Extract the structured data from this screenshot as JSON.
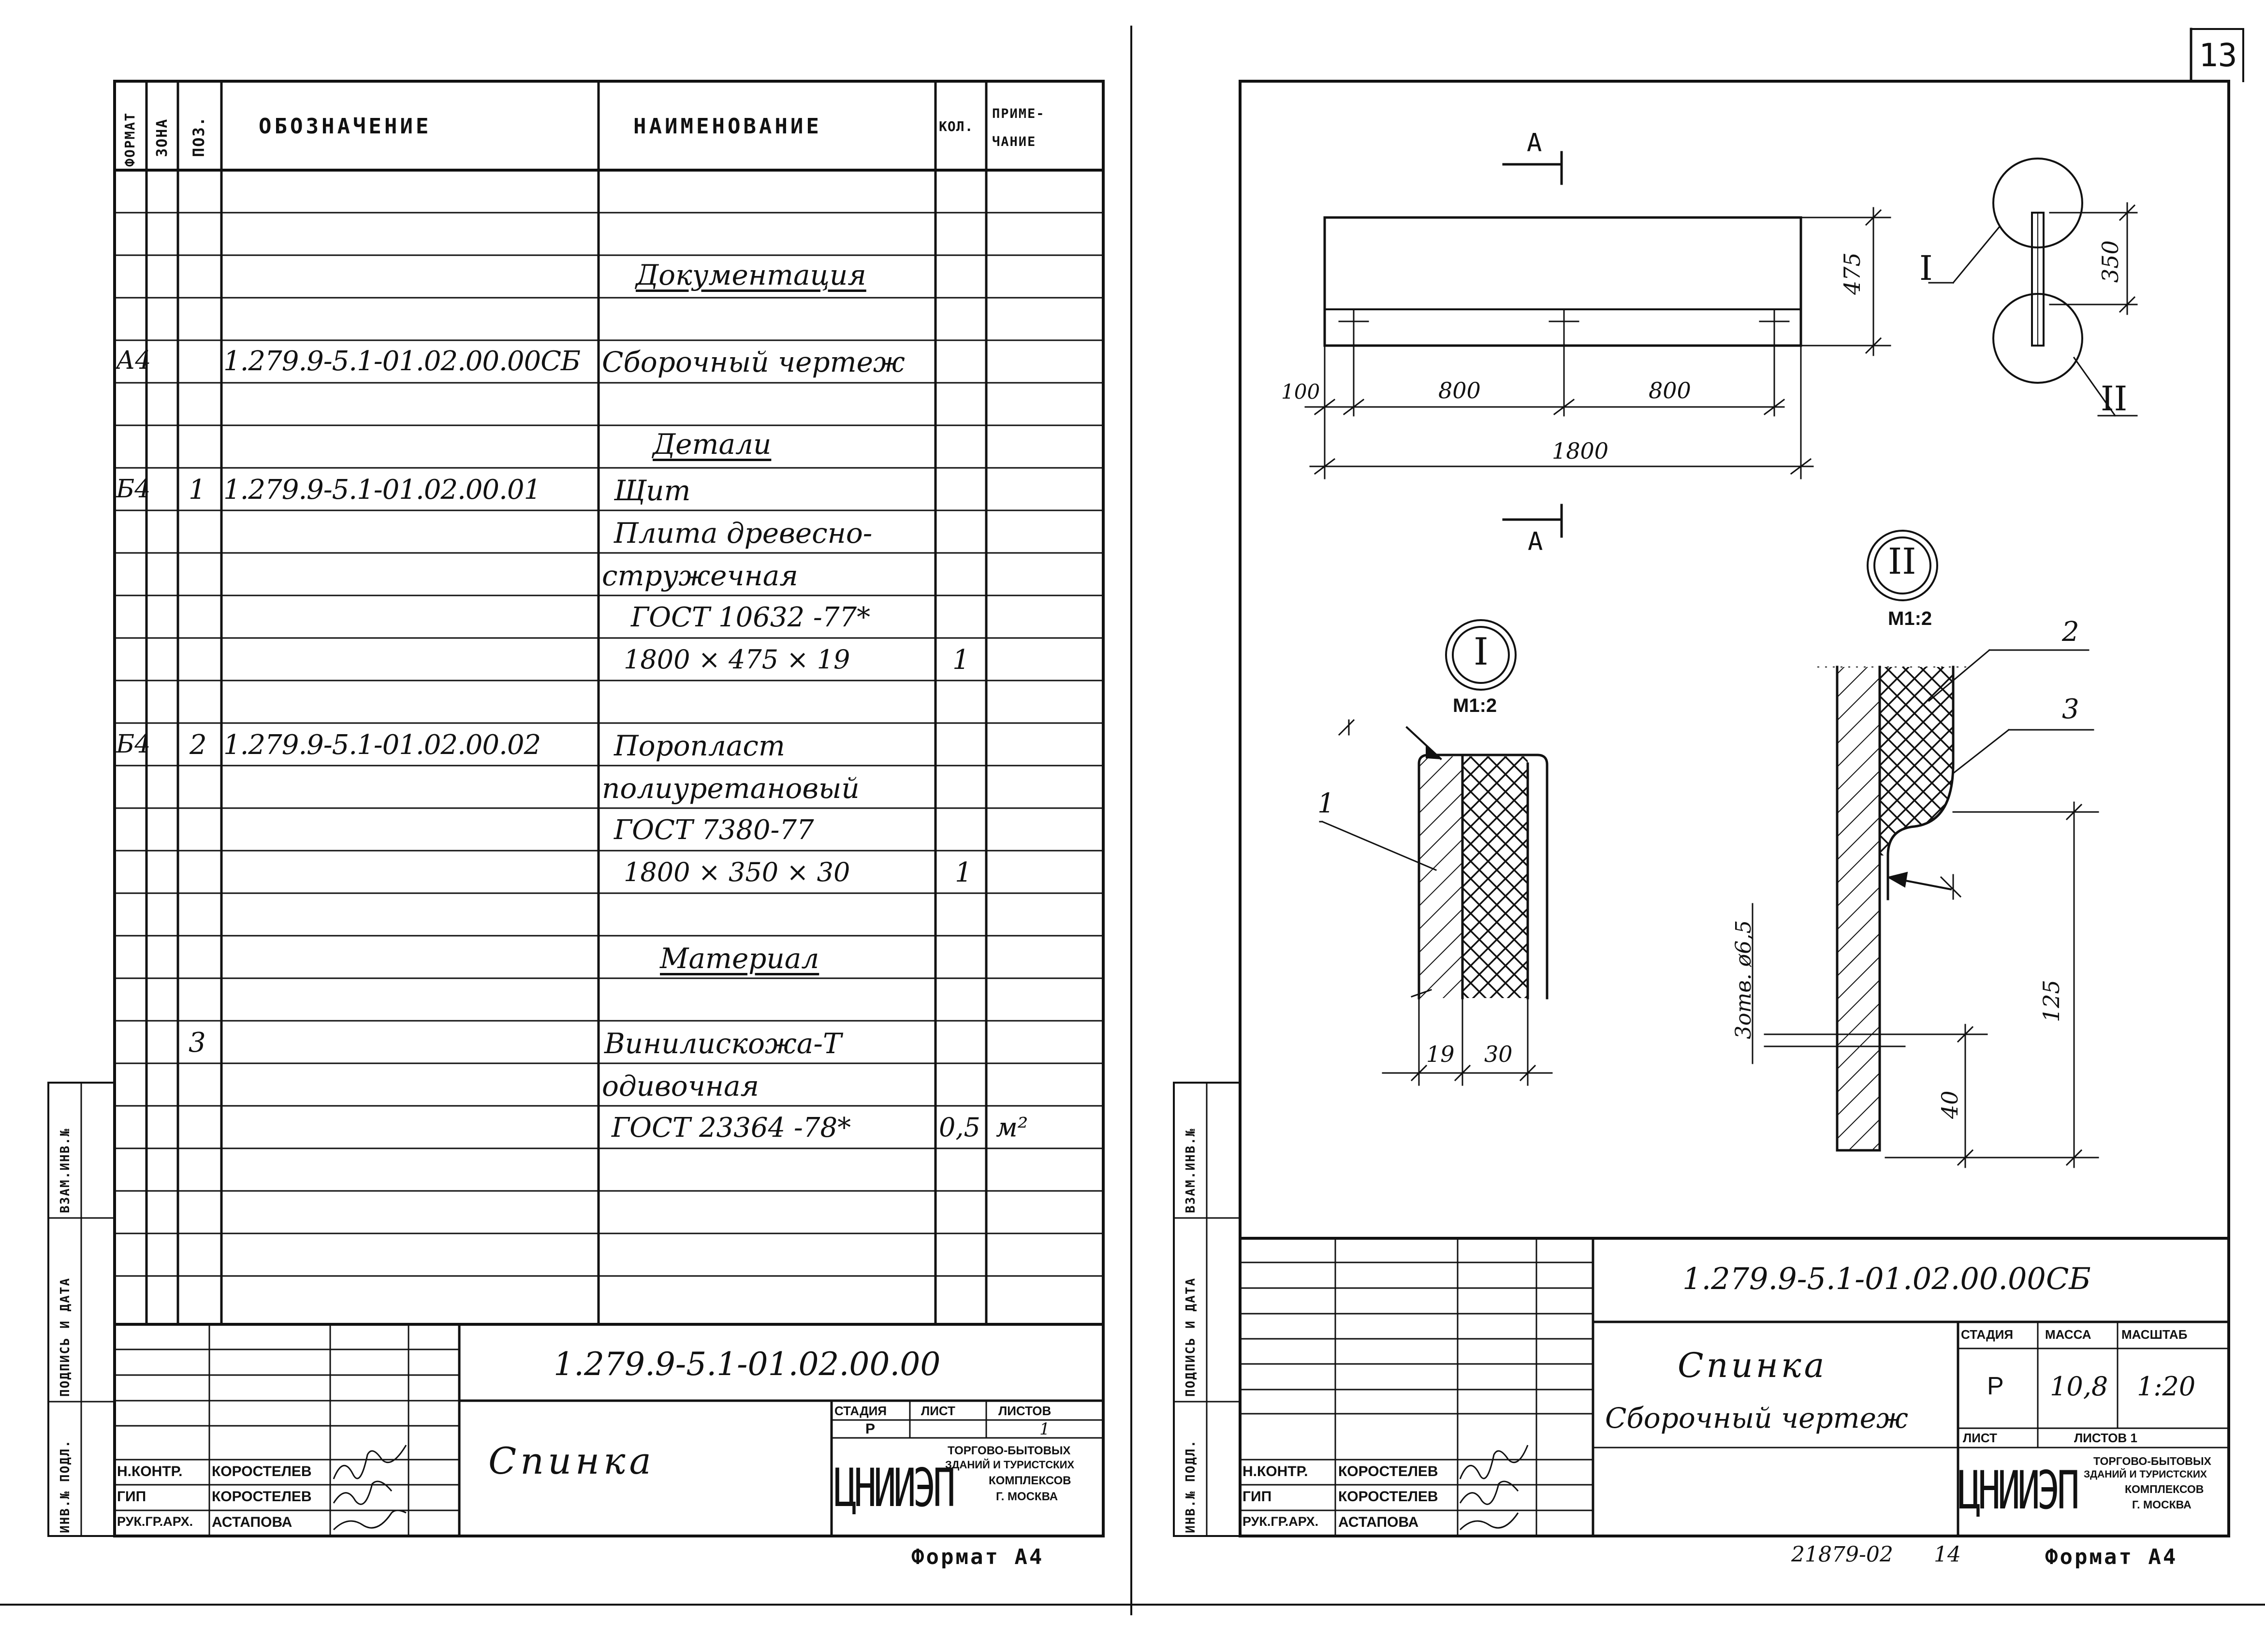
{
  "page_number": "13",
  "left_sheet": {
    "headers": {
      "format": "ФОРМАТ",
      "zone": "ЗОНА",
      "pos": "ПОЗ.",
      "designation": "ОБОЗНАЧЕНИЕ",
      "name": "НАИМЕНОВАНИЕ",
      "qty": "КОЛ.",
      "note_1": "ПРИМЕ-",
      "note_2": "ЧАНИЕ"
    },
    "rows": [
      {
        "format": "",
        "pos": "",
        "designation": "",
        "name": "Документация",
        "qty": "",
        "note": ""
      },
      {
        "format": "А4",
        "pos": "",
        "designation": "1.279.9-5.1-01.02.00.00СБ",
        "name": "Сборочный чертеж",
        "qty": "",
        "note": ""
      },
      {
        "format": "",
        "pos": "",
        "designation": "",
        "name": "Детали",
        "qty": "",
        "note": ""
      },
      {
        "format": "Б4",
        "pos": "1",
        "designation": "1.279.9-5.1-01.02.00.01",
        "name": "Щит",
        "qty": "",
        "note": ""
      },
      {
        "format": "",
        "pos": "",
        "designation": "",
        "name": "Плита древесно-",
        "qty": "",
        "note": ""
      },
      {
        "format": "",
        "pos": "",
        "designation": "",
        "name": "стружечная",
        "qty": "",
        "note": ""
      },
      {
        "format": "",
        "pos": "",
        "designation": "",
        "name": "ГОСТ 10632 -77*",
        "qty": "",
        "note": ""
      },
      {
        "format": "",
        "pos": "",
        "designation": "",
        "name": "1800 × 475 × 19",
        "qty": "1",
        "note": ""
      },
      {
        "format": "Б4",
        "pos": "2",
        "designation": "1.279.9-5.1-01.02.00.02",
        "name": "Поропласт",
        "qty": "",
        "note": ""
      },
      {
        "format": "",
        "pos": "",
        "designation": "",
        "name": "полиуретановый",
        "qty": "",
        "note": ""
      },
      {
        "format": "",
        "pos": "",
        "designation": "",
        "name": "ГОСТ 7380-77",
        "qty": "",
        "note": ""
      },
      {
        "format": "",
        "pos": "",
        "designation": "",
        "name": "1800 × 350 × 30",
        "qty": "1",
        "note": ""
      },
      {
        "format": "",
        "pos": "",
        "designation": "",
        "name": "Материал",
        "qty": "",
        "note": ""
      },
      {
        "format": "",
        "pos": "3",
        "designation": "",
        "name": "Винилискожа-Т",
        "qty": "",
        "note": ""
      },
      {
        "format": "",
        "pos": "",
        "designation": "",
        "name": "одивочная",
        "qty": "",
        "note": ""
      },
      {
        "format": "",
        "pos": "",
        "designation": "",
        "name": "ГОСТ 23364 -78*",
        "qty": "0,5",
        "note": "м²"
      }
    ],
    "title_block": {
      "code": "1.279.9-5.1-01.02.00.00",
      "title": "Спинка",
      "stage_label": "СТАДИЯ",
      "sheet_label": "ЛИСТ",
      "sheets_label": "ЛИСТОВ",
      "stage": "Р",
      "sheets": "1",
      "org_logo": "ЦНИИЭП",
      "org_1": "ТОРГОВО-БЫТОВЫХ",
      "org_2": "ЗДАНИЙ И ТУРИСТСКИХ",
      "org_3": "КОМПЛЕКСОВ",
      "org_4": "Г. МОСКВА",
      "roles": [
        {
          "role": "Н.КОНТР.",
          "name": "КОРОСТЕЛЕВ"
        },
        {
          "role": "ГИП",
          "name": "КОРОСТЕЛЕВ"
        },
        {
          "role": "РУК.ГР.АРХ.",
          "name": "АСТАПОВА"
        }
      ]
    },
    "side_labels": [
      "ИНВ.№ ПОДЛ.",
      "ПОДПИСЬ И ДАТА",
      "ВЗАМ.ИНВ.№"
    ],
    "format_label": "Формат А4"
  },
  "right_sheet": {
    "drawing": {
      "section_a": "А",
      "dim_475": "475",
      "dim_350": "350",
      "dim_100": "100",
      "dim_800a": "800",
      "dim_800b": "800",
      "dim_1800": "1800",
      "callout_1": "I",
      "callout_2": "II",
      "detail_1": "I",
      "detail_2": "II",
      "scale_1": "М1:2",
      "scale_2": "М1:2",
      "leader_1": "1",
      "leader_2": "2",
      "leader_3": "3",
      "dim_19": "19",
      "dim_30": "30",
      "holes": "3отв. ø6,5",
      "dim_125": "125",
      "dim_40": "40"
    },
    "title_block": {
      "code": "1.279.9-5.1-01.02.00.00СБ",
      "title": "Спинка",
      "subtitle": "Сборочный чертеж",
      "stage_label": "СТАДИЯ",
      "mass_label": "МАССА",
      "scale_label": "МАСШТАБ",
      "stage": "Р",
      "mass": "10,8",
      "scale": "1:20",
      "sheet_label": "ЛИСТ",
      "sheets_label": "ЛИСТОВ 1",
      "org_logo": "ЦНИИЭП",
      "org_1": "ТОРГОВО-БЫТОВЫХ",
      "org_2": "ЗДАНИЙ И ТУРИСТСКИХ",
      "org_3": "КОМПЛЕКСОВ",
      "org_4": "Г. МОСКВА",
      "roles": [
        {
          "role": "Н.КОНТР.",
          "name": "КОРОСТЕЛЕВ"
        },
        {
          "role": "ГИП",
          "name": "КОРОСТЕЛЕВ"
        },
        {
          "role": "РУК.ГР.АРХ.",
          "name": "АСТАПОВА"
        }
      ]
    },
    "side_labels": [
      "ИНВ.№ ПОДЛ.",
      "ПОДПИСЬ И ДАТА",
      "ВЗАМ.ИНВ.№"
    ],
    "archive_no": "21879-02",
    "archive_sheet": "14",
    "format_label": "Формат А4"
  }
}
